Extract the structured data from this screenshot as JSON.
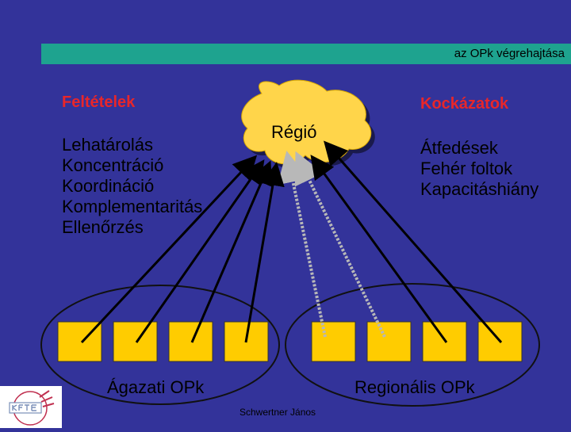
{
  "header": {
    "title": "az OPk végrehajtása"
  },
  "conditions": {
    "heading": "Feltételek",
    "items": [
      "Lehatárolás",
      "Koncentráció",
      "Koordináció",
      "Komplementaritás",
      "Ellenőrzés"
    ]
  },
  "risks": {
    "heading": "Kockázatok",
    "items": [
      "Átfedések",
      "Fehér foltok",
      "Kapacitáshiány"
    ]
  },
  "region": {
    "label": "Régió"
  },
  "groups": {
    "sectoral_label": "Ágazati OPk",
    "regional_label": "Regionális OPk"
  },
  "footer": {
    "author": "Schwertner János"
  },
  "logo": {
    "text": "KFTE"
  },
  "colors": {
    "background": "#33339a",
    "header_bar": "#1ea38f",
    "heading_red": "#e8262a",
    "box_yellow": "#ffcc00",
    "cloud_yellow": "#ffd54a"
  }
}
